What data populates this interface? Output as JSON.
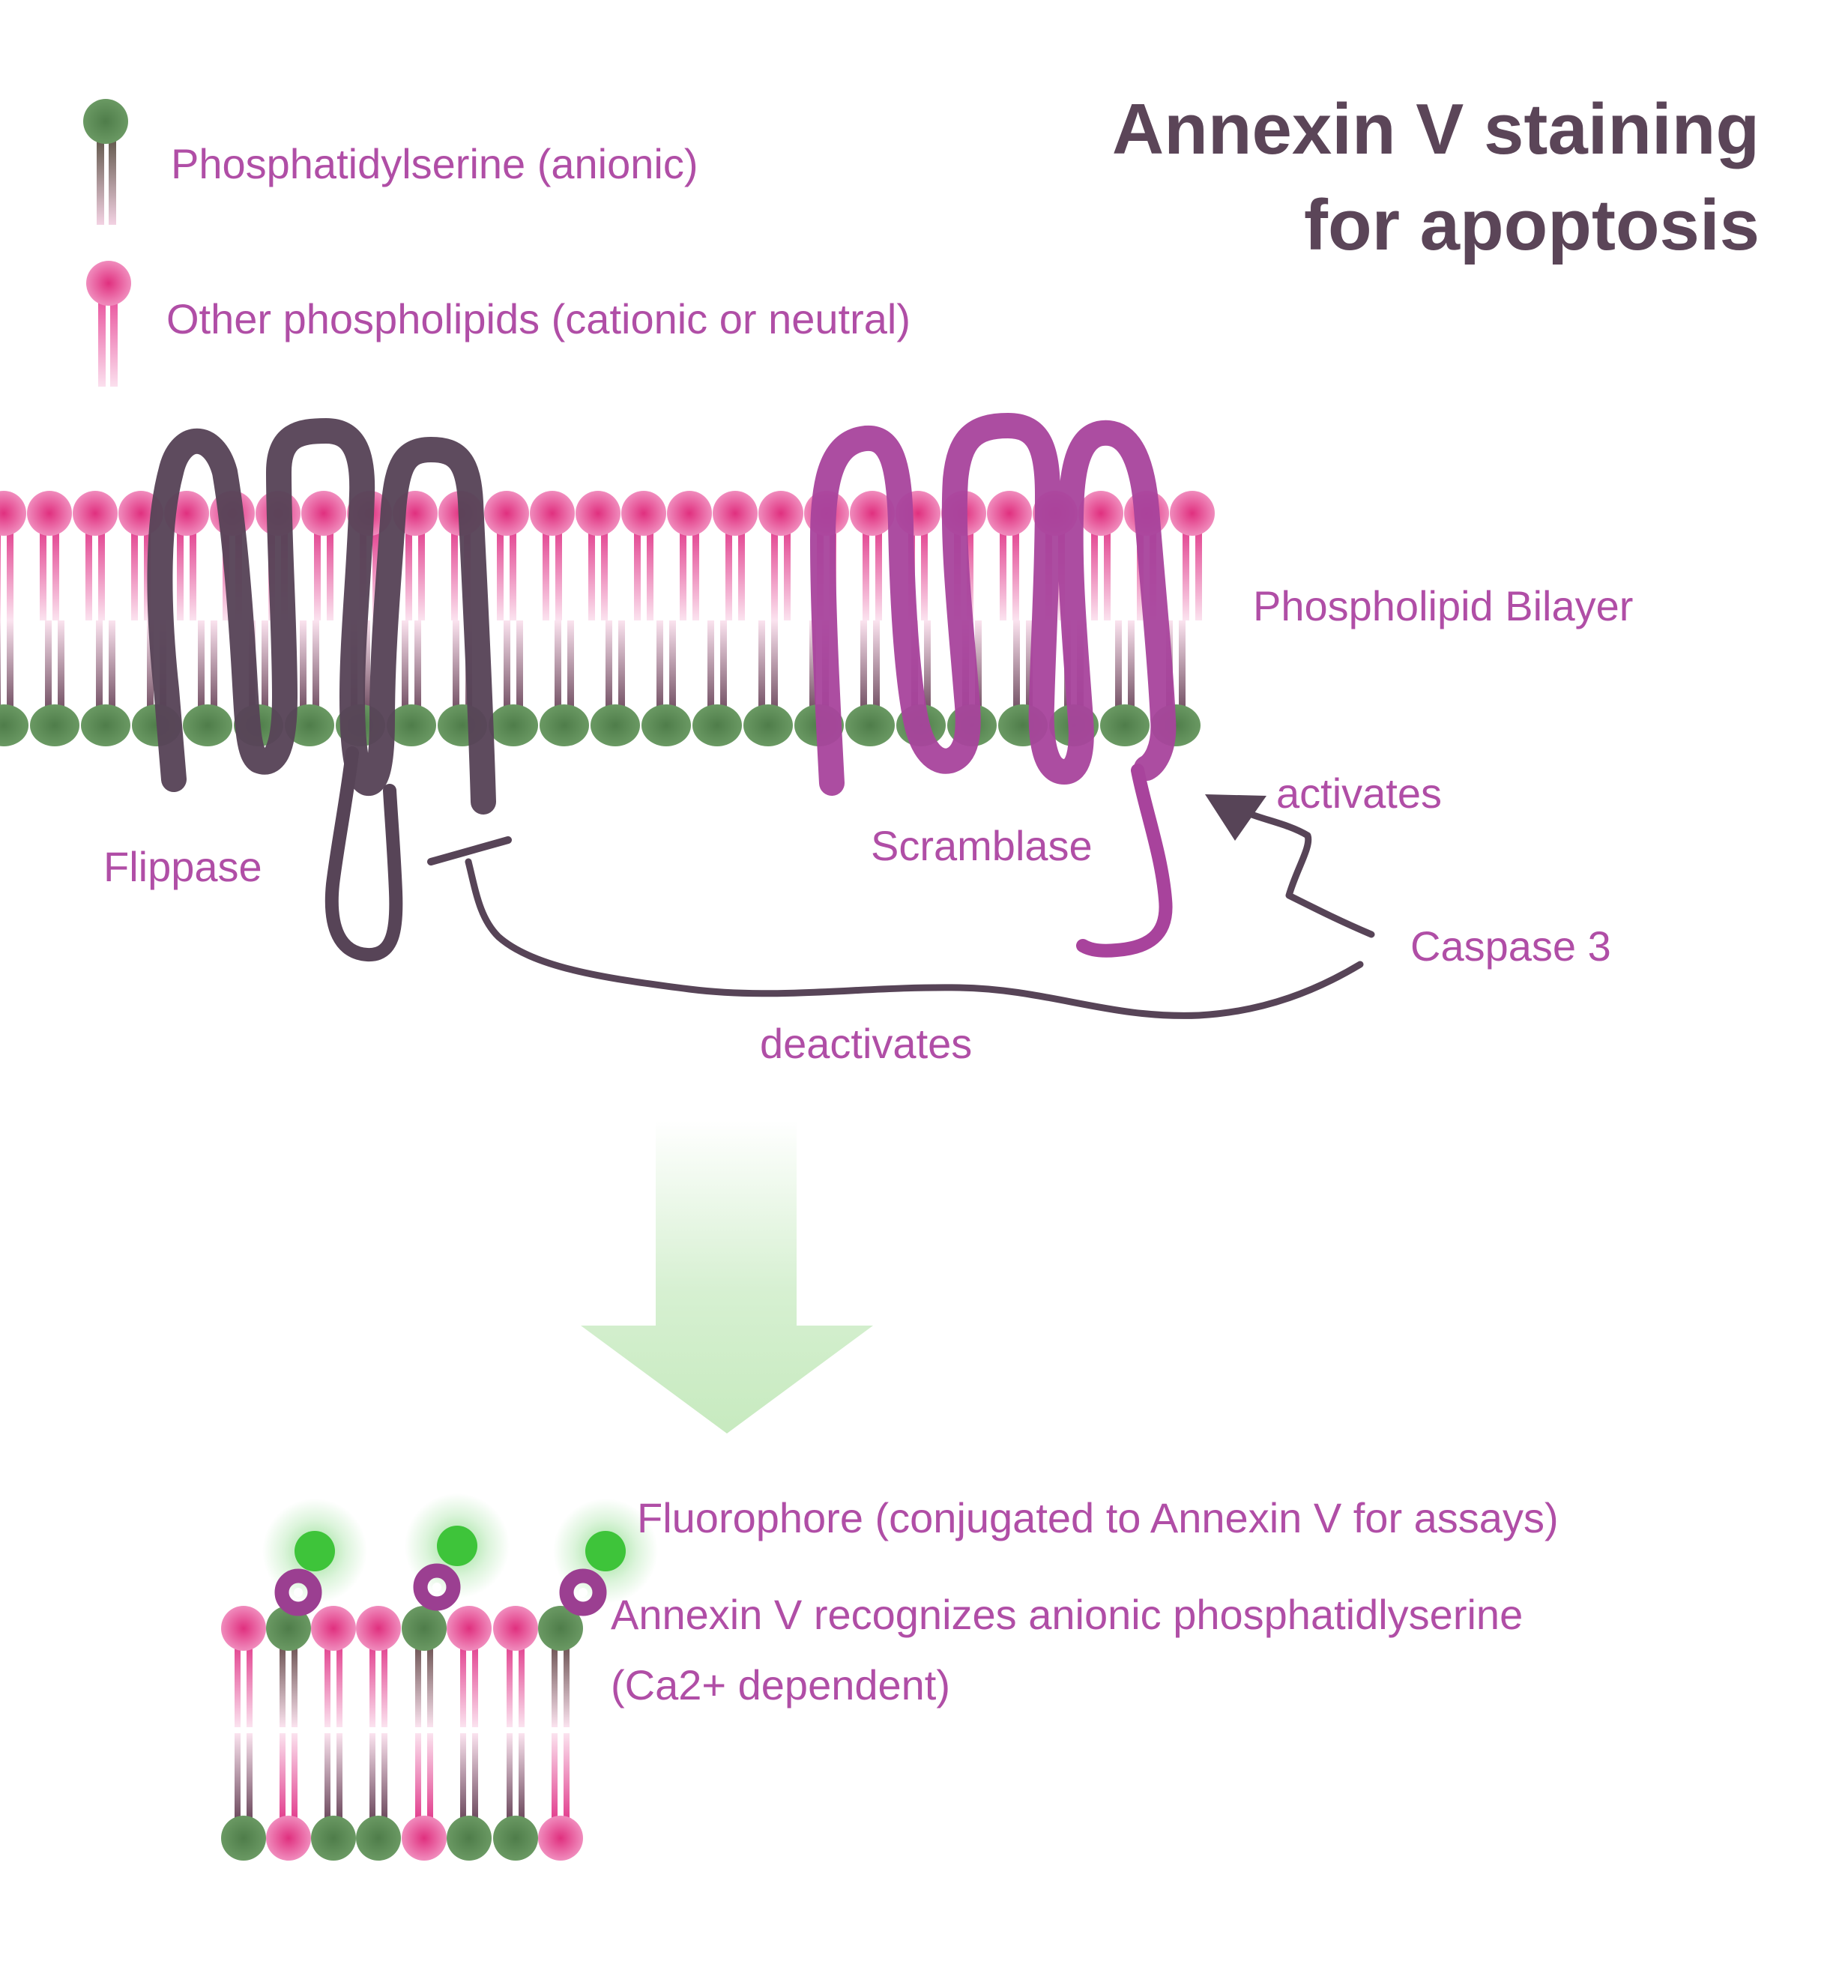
{
  "title": {
    "line1": "Annexin V staining",
    "line2": "for apoptosis"
  },
  "legend": {
    "ps_label": "Phosphatidylserine (anionic)",
    "other_label": "Other phospholipids (cationic or neutral)",
    "ps_icon": "green-head-phospholipid-icon",
    "other_icon": "pink-head-phospholipid-icon"
  },
  "labels": {
    "bilayer": "Phospholipid Bilayer",
    "flippase": "Flippase",
    "scramblase": "Scramblase",
    "activates": "activates",
    "caspase": "Caspase 3",
    "deactivates": "deactivates",
    "fluorophore": "Fluorophore (conjugated to Annexin V for assays)",
    "annexin_line1": "Annexin V recognizes anionic phosphatidlyserine",
    "annexin_line2": "(Ca2+ dependent)"
  },
  "colors": {
    "label_text": "#b04ea6",
    "title_text": "#5b4558",
    "pink_head": "#e8569a",
    "green_head": "#5e8d58",
    "flippase": "#574457",
    "scramblase": "#a8439c",
    "fluorophore": "#3ec43a",
    "annexin": "#9b3f91",
    "arrow": "#cfedc9"
  }
}
